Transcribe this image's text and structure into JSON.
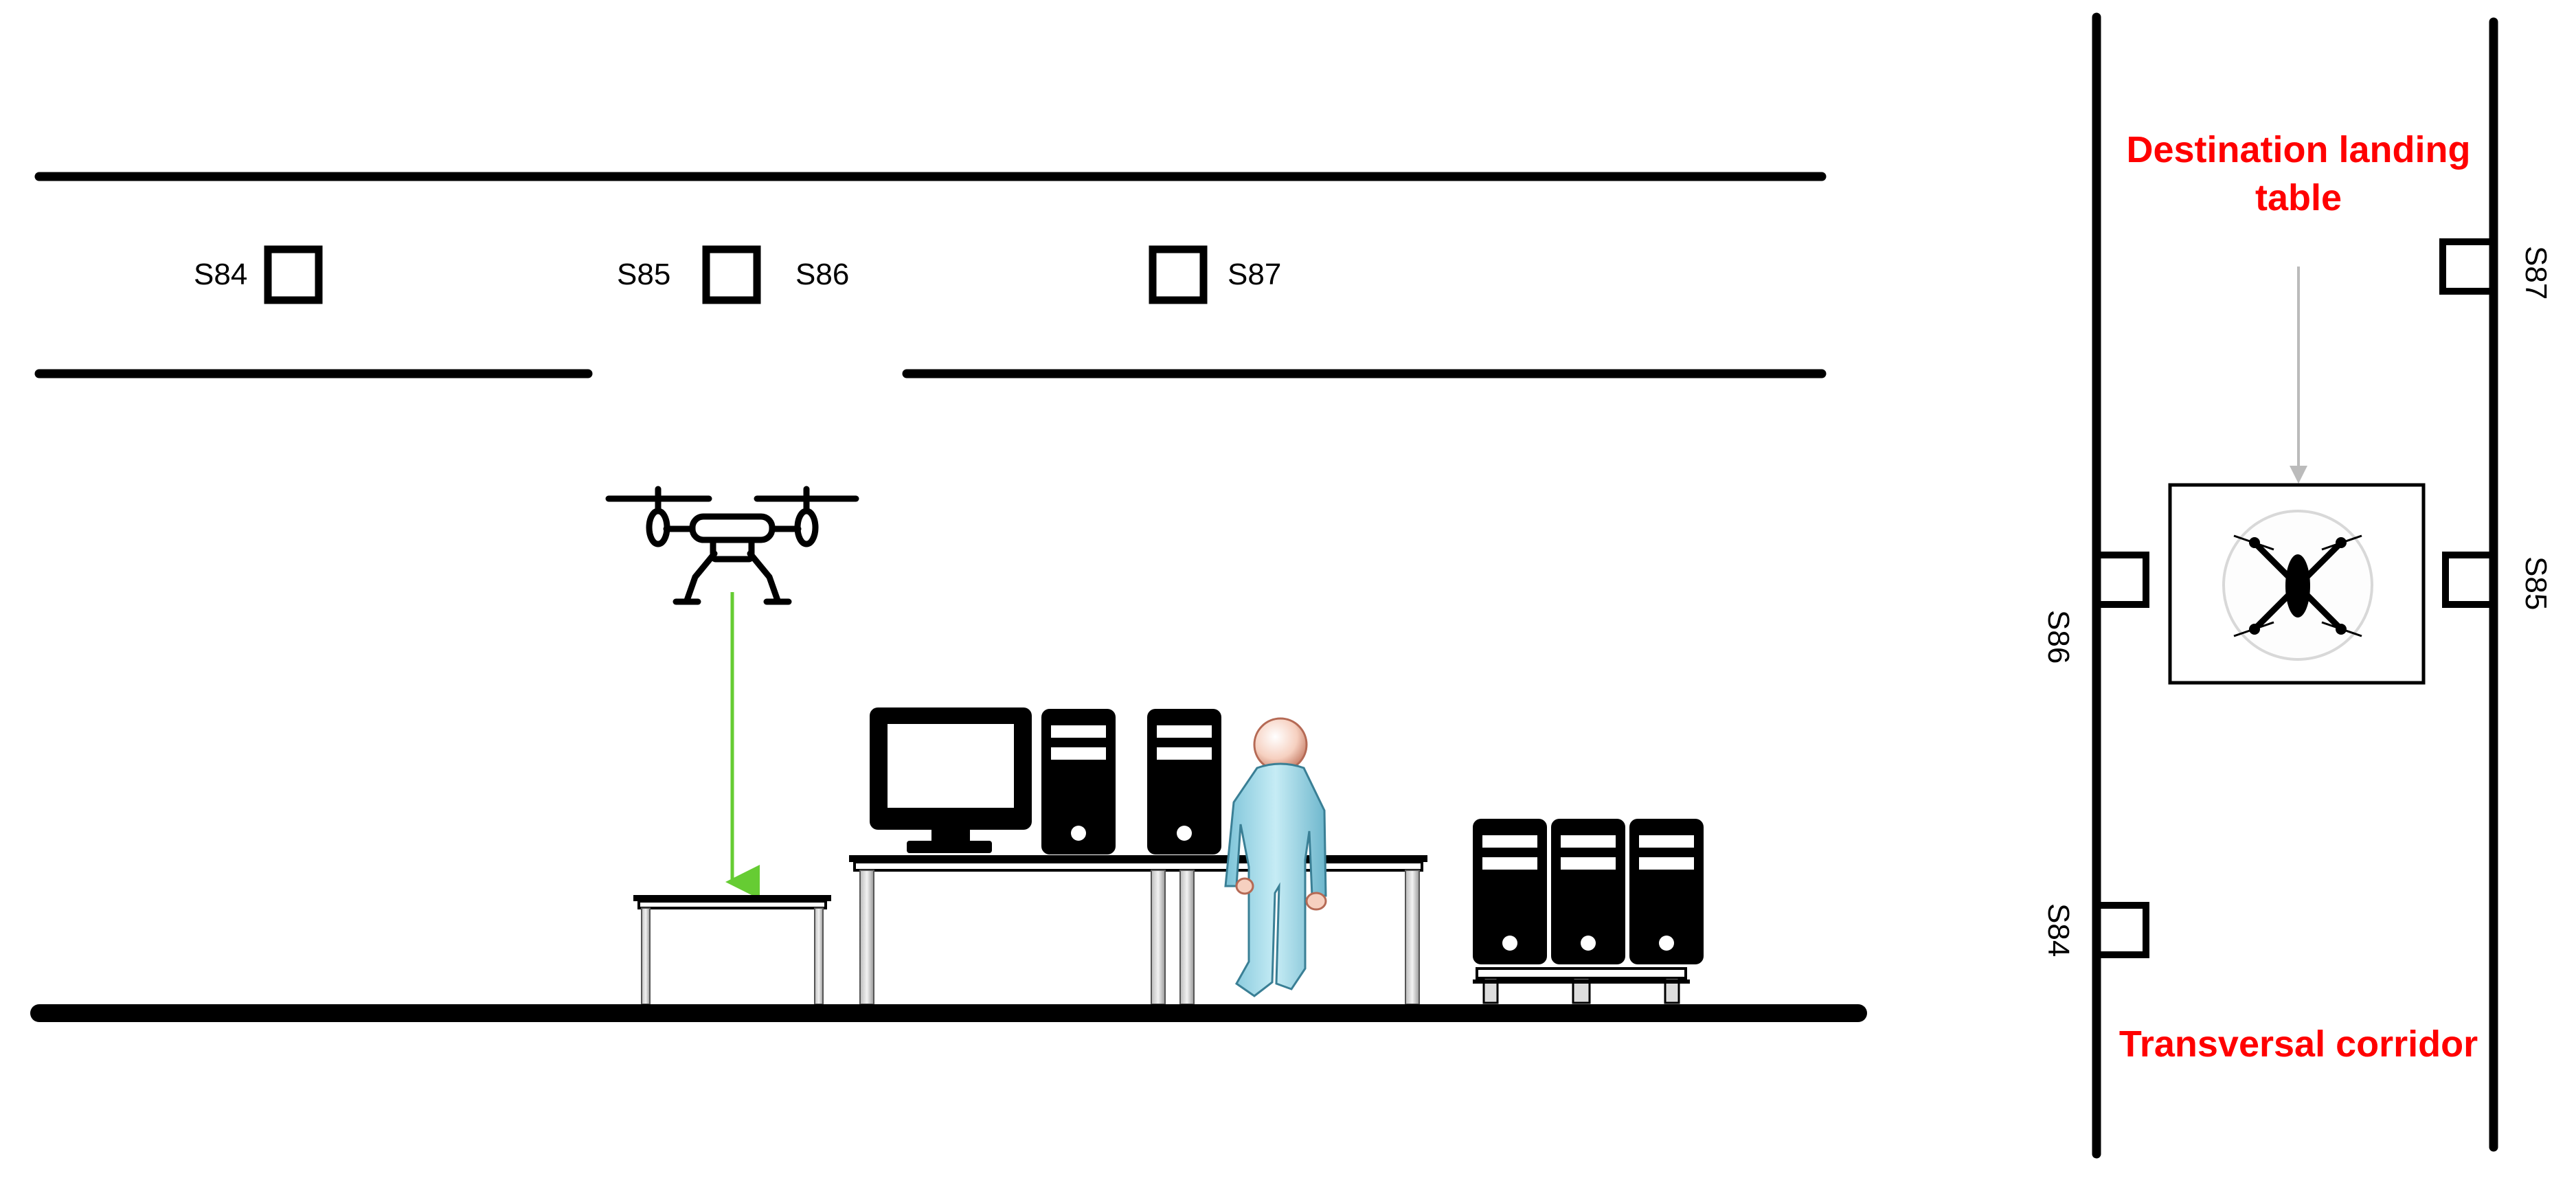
{
  "side_view": {
    "sensors": [
      {
        "label": "S84"
      },
      {
        "label": "S85"
      },
      {
        "label": "S86"
      },
      {
        "label": "S87"
      }
    ]
  },
  "top_view": {
    "annotation_destination": [
      "Destination landing",
      "table"
    ],
    "annotation_corridor": "Transversal corridor",
    "sensors": [
      {
        "label": "S87"
      },
      {
        "label": "S86"
      },
      {
        "label": "S85"
      },
      {
        "label": "S84"
      }
    ]
  },
  "colors": {
    "descent_arrow": "#66cc33",
    "annotation": "#ff0000",
    "pointer_arrow": "#bbbbbb",
    "person_body": "#a8dbe8",
    "person_head": "#f6d0c0",
    "furniture": "#000000"
  }
}
